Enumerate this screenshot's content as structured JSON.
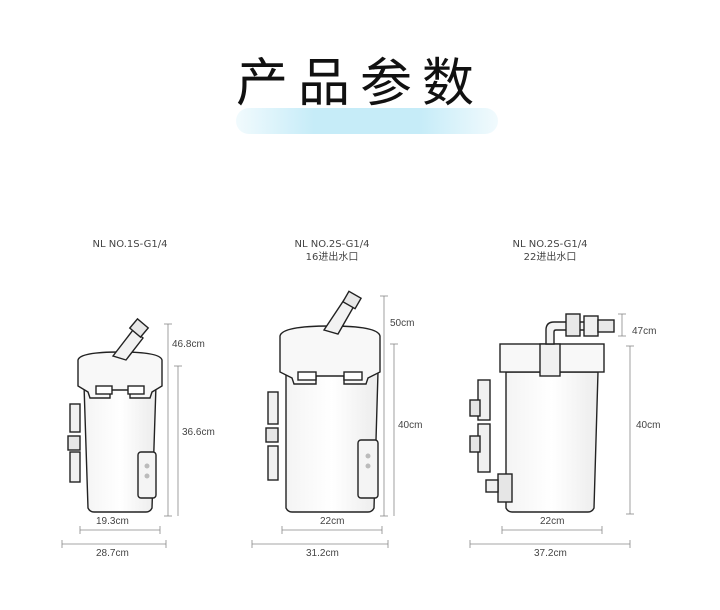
{
  "title": "产品参数",
  "products": [
    {
      "model": "NL NO.1S-G1/4",
      "subtitle": "",
      "dims": {
        "total_height": "46.8cm",
        "body_height": "36.6cm",
        "body_width": "19.3cm",
        "total_width": "28.7cm"
      }
    },
    {
      "model": "NL NO.2S-G1/4",
      "subtitle": "16进出水口",
      "dims": {
        "total_height": "50cm",
        "body_height": "40cm",
        "body_width": "22cm",
        "total_width": "31.2cm"
      }
    },
    {
      "model": "NL NO.2S-G1/4",
      "subtitle": "22进出水口",
      "dims": {
        "total_height": "47cm",
        "body_height": "40cm",
        "body_width": "22cm",
        "total_width": "37.2cm"
      }
    }
  ]
}
